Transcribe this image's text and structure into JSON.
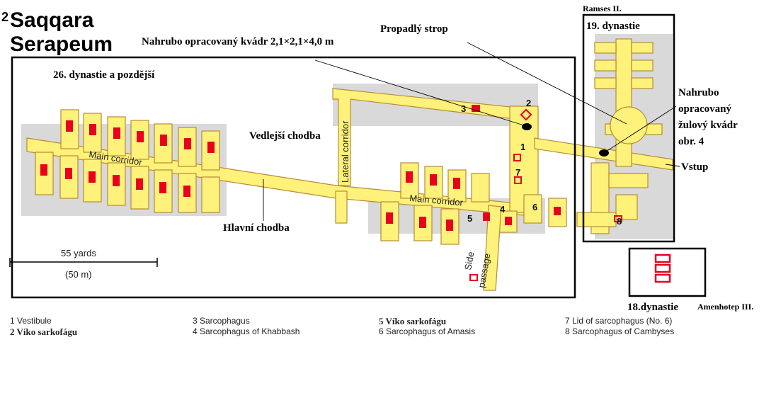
{
  "title": {
    "line1": "Saqqara",
    "line2": "Serapeum",
    "figure_number": "2"
  },
  "colors": {
    "passage": "#fff27a",
    "outline": "#b88a36",
    "sarcophagus": "#e8001f",
    "rock_shadow": "#d9d9d9",
    "text": "#000000"
  },
  "labels": {
    "block_rough": "Nahrubo opracovaný kvádr 2,1×2,1×4,0 m",
    "ceiling_collapsed": "Propadlý strop",
    "ramses": "Ramses II.",
    "dyn19": "19. dynastie",
    "dyn26": "26. dynastie a pozdější",
    "granite_block": [
      "Nahrubo",
      "opracovaný",
      "žulový kvádr",
      "obr. 4"
    ],
    "lateral_cz": "Vedlejší chodba",
    "entrance": "Vstup",
    "main_cz": "Hlavní chodba",
    "dyn18": "18.dynastie",
    "amenhotep": "Amenhotep III."
  },
  "map_text": {
    "main_corridor_left": "Main corridor",
    "main_corridor_right": "Main corridor",
    "lateral_corridor": "Lateral corridor",
    "side_passage": [
      "Side",
      "passage"
    ],
    "numbers": [
      "1",
      "2",
      "3",
      "4",
      "5",
      "6",
      "7",
      "8"
    ]
  },
  "scale": {
    "yards": "55 yards",
    "meters": "(50 m)"
  },
  "legend": [
    [
      "1  Vestibule",
      "2  Víko sarkofágu"
    ],
    [
      "3  Sarcophagus",
      "4  Sarcophagus of Khabbash"
    ],
    [
      "5 Víko sarkofágu",
      "6  Sarcophagus of Amasis"
    ],
    [
      "7  Lid of sarcophagus (No. 6)",
      "8  Sarcophagus of Cambyses"
    ]
  ]
}
